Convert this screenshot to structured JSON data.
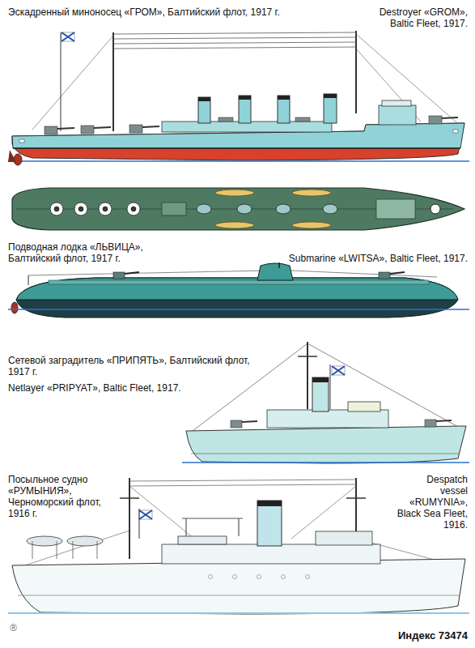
{
  "diagram": {
    "labels": [
      "Эскадренный миноносец «ГРОМ», Балтийский флот, 1917 г.",
      "Destroyer «GROM», Baltic Fleet, 1917.",
      "Подводная лодка «ЛЬВИЦА», Балтийский флот, 1917 г.",
      "Submarine «LWITSA», Baltic Fleet, 1917.",
      "Сетевой заградитель «ПРИПЯТЬ», Балтийский флот, 1917 г.",
      "Netlayer «PRIPYAT», Baltic Fleet, 1917.",
      "Посыльное судно «РУМЫНИЯ», Черноморский флот, 1916 г.",
      "Despatch vessel «RUMYNIA», Black Sea Fleet, 1916.",
      "Индекс 73474"
    ]
  }
}
